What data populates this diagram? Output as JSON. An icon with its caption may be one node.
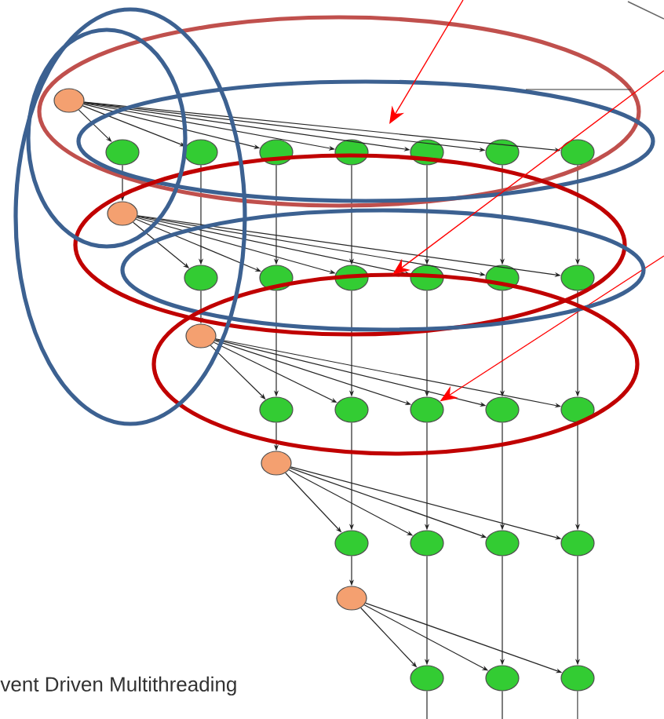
{
  "diagram": {
    "nodes": [
      {
        "text": [],
        "shape": "ellipse"
      },
      {
        "text": [],
        "shape": "ellipse"
      },
      {
        "text": [],
        "shape": "ellipse"
      },
      {
        "text": [],
        "shape": "ellipse"
      },
      {
        "text": [],
        "shape": "ellipse"
      },
      {
        "text": [],
        "shape": "ellipse"
      },
      {
        "text": [],
        "shape": "ellipse"
      },
      {
        "text": [],
        "shape": "ellipse"
      },
      {
        "text": [],
        "shape": "ellipse"
      },
      {
        "text": [],
        "shape": "ellipse"
      },
      {
        "text": [],
        "shape": "ellipse"
      },
      {
        "text": [],
        "shape": "ellipse"
      },
      {
        "text": [],
        "shape": "ellipse"
      },
      {
        "text": [],
        "shape": "ellipse"
      },
      {
        "text": [],
        "shape": "ellipse"
      },
      {
        "text": [],
        "shape": "ellipse"
      },
      {
        "text": [],
        "shape": "ellipse"
      },
      {
        "text": [],
        "shape": "ellipse"
      },
      {
        "text": [],
        "shape": "ellipse"
      },
      {
        "text": [],
        "shape": "ellipse"
      },
      {
        "text": [],
        "shape": "ellipse"
      },
      {
        "text": [],
        "shape": "ellipse"
      },
      {
        "text": [],
        "shape": "ellipse"
      },
      {
        "text": [],
        "shape": "ellipse"
      },
      {
        "text": [],
        "shape": "ellipse"
      },
      {
        "text": [],
        "shape": "ellipse"
      },
      {
        "text": [],
        "shape": "ellipse"
      },
      {
        "text": [],
        "shape": "ellipse"
      },
      {
        "text": [],
        "shape": "ellipse"
      },
      {
        "text": [],
        "shape": "ellipse"
      }
    ],
    "edges": [
      {
        "from": 0,
        "to": 1,
        "arrow": "to"
      },
      {
        "from": 0,
        "to": 2,
        "arrow": "to"
      },
      {
        "from": 0,
        "to": 3,
        "arrow": "to"
      },
      {
        "from": 0,
        "to": 4,
        "arrow": "to"
      },
      {
        "from": 0,
        "to": 5,
        "arrow": "to"
      },
      {
        "from": 0,
        "to": 6,
        "arrow": "to"
      },
      {
        "from": 0,
        "to": 7,
        "arrow": "to"
      },
      {
        "from": 1,
        "to": 8,
        "arrow": "to"
      },
      {
        "from": 2,
        "to": 9,
        "arrow": "to"
      },
      {
        "from": 3,
        "to": 10,
        "arrow": "to"
      },
      {
        "from": 4,
        "to": 11,
        "arrow": "to"
      },
      {
        "from": 5,
        "to": 12,
        "arrow": "to"
      },
      {
        "from": 6,
        "to": 13,
        "arrow": "to"
      },
      {
        "from": 7,
        "to": 14,
        "arrow": "to"
      },
      {
        "from": 8,
        "to": 9,
        "arrow": "to"
      },
      {
        "from": 8,
        "to": 10,
        "arrow": "to"
      },
      {
        "from": 8,
        "to": 11,
        "arrow": "to"
      },
      {
        "from": 8,
        "to": 12,
        "arrow": "to"
      },
      {
        "from": 8,
        "to": 13,
        "arrow": "to"
      },
      {
        "from": 8,
        "to": 14,
        "arrow": "to"
      },
      {
        "from": 9,
        "to": 15,
        "arrow": "to"
      },
      {
        "from": 10,
        "to": 16,
        "arrow": "to"
      },
      {
        "from": 11,
        "to": 17,
        "arrow": "to"
      },
      {
        "from": 12,
        "to": 18,
        "arrow": "to"
      },
      {
        "from": 13,
        "to": 19,
        "arrow": "to"
      },
      {
        "from": 14,
        "to": 20,
        "arrow": "to"
      },
      {
        "from": 15,
        "to": 16,
        "arrow": "to"
      },
      {
        "from": 15,
        "to": 17,
        "arrow": "to"
      },
      {
        "from": 15,
        "to": 18,
        "arrow": "to"
      },
      {
        "from": 15,
        "to": 19,
        "arrow": "to"
      },
      {
        "from": 15,
        "to": 20,
        "arrow": "to"
      },
      {
        "from": 16,
        "to": 21,
        "arrow": "to"
      },
      {
        "from": 17,
        "to": 22,
        "arrow": "to"
      },
      {
        "from": 18,
        "to": 23,
        "arrow": "to"
      },
      {
        "from": 19,
        "to": 24,
        "arrow": "to"
      },
      {
        "from": 20,
        "to": 25,
        "arrow": "to"
      },
      {
        "from": 21,
        "to": 22,
        "arrow": "to"
      },
      {
        "from": 21,
        "to": 23,
        "arrow": "to"
      },
      {
        "from": 21,
        "to": 24,
        "arrow": "to"
      },
      {
        "from": 21,
        "to": 25,
        "arrow": "to"
      },
      {
        "from": 22,
        "to": 26,
        "arrow": "to"
      },
      {
        "from": 23,
        "to": 27,
        "arrow": "to"
      },
      {
        "from": 24,
        "to": 28,
        "arrow": "to"
      },
      {
        "from": 25,
        "to": 29,
        "arrow": "to"
      },
      {
        "from": 26,
        "to": 27,
        "arrow": "to"
      },
      {
        "from": 26,
        "to": 28,
        "arrow": "to"
      },
      {
        "from": 26,
        "to": 29,
        "arrow": "to"
      },
      {
        "from": 27,
        "to": null,
        "arrow": "none"
      },
      {
        "from": 28,
        "to": null,
        "arrow": "none"
      },
      {
        "from": 29,
        "to": null,
        "arrow": "none"
      },
      {
        "from": null,
        "to": 18,
        "arrow": "to",
        "color": "#ff0000"
      }
    ],
    "labels": [
      "vent Driven Multithreading"
    ]
  }
}
